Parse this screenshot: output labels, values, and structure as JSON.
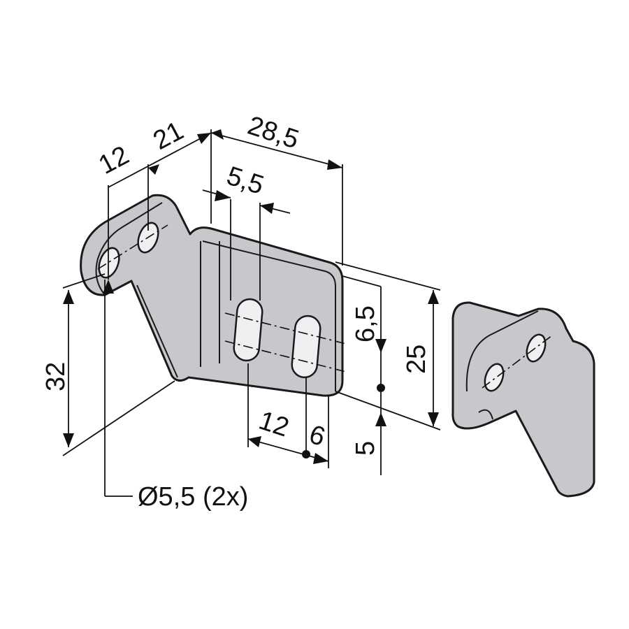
{
  "title": "Angle bracket dimension drawing",
  "colors": {
    "part_fill": "#c8c8cc",
    "line": "#1a1a1a"
  },
  "dimensions": {
    "hole_pitch": "12",
    "flange_offset": "21",
    "plate_width": "28,5",
    "slot_width": "5,5",
    "slot_length": "6,5",
    "plate_height": "25",
    "flange_height": "32",
    "slot_spacing": "12",
    "slot_edge": "6",
    "slot_bottom": "5",
    "hole_diameter": "Ø5,5 (2x)"
  }
}
